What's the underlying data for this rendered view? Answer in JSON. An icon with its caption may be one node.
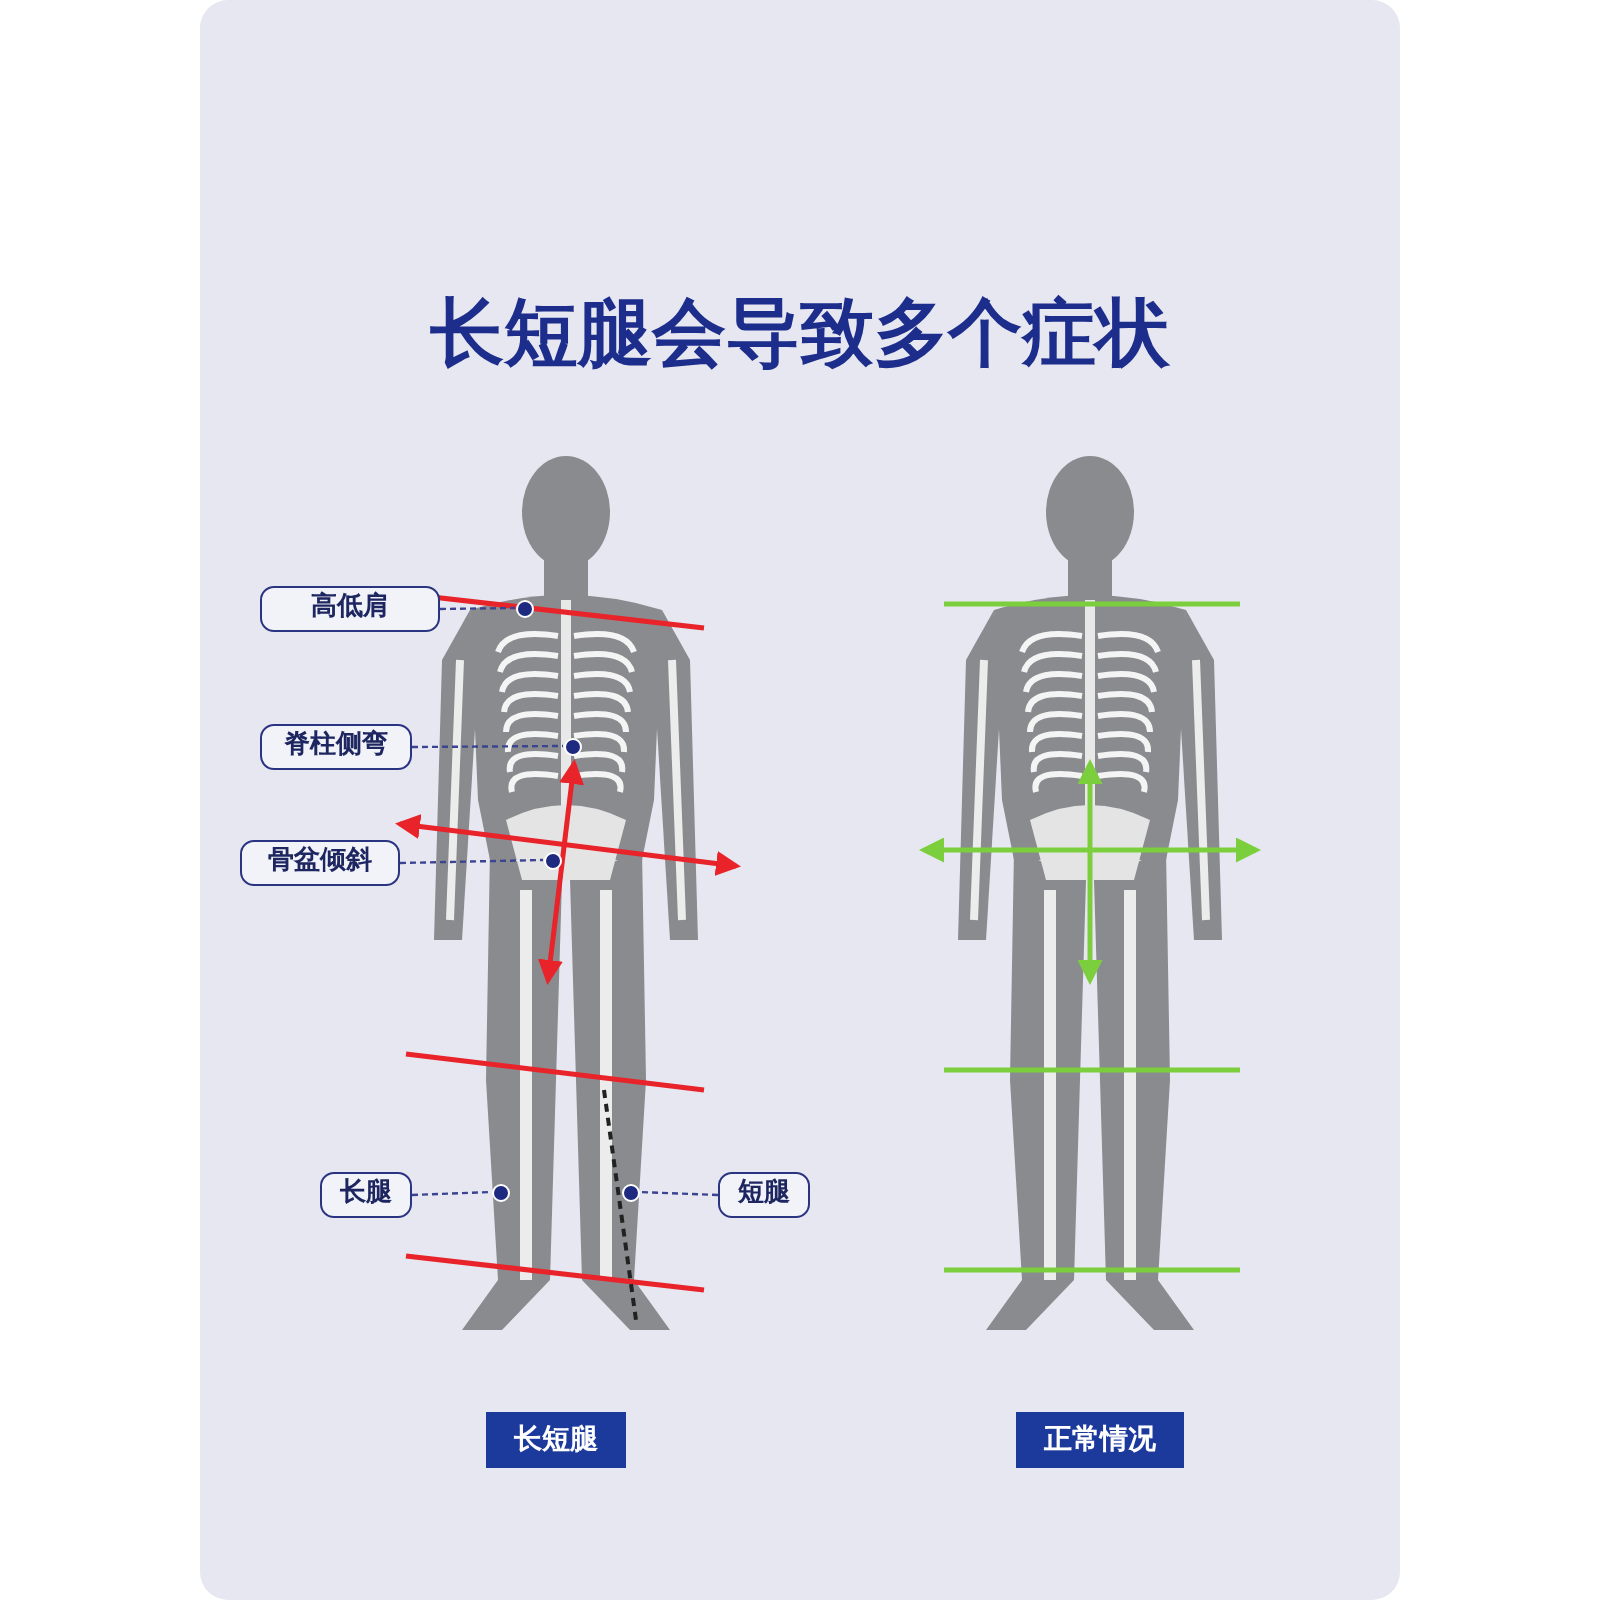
{
  "diagram": {
    "title": "长短腿会导致多个症状",
    "nodes": [
      {
        "text": [
          "高低肩"
        ]
      },
      {
        "text": [],
        "shape": "circle"
      },
      {
        "text": [
          "脊柱侧弯"
        ]
      },
      {
        "text": [],
        "shape": "circle"
      },
      {
        "text": [
          "骨盆倾斜"
        ]
      },
      {
        "text": [],
        "shape": "circle"
      },
      {
        "text": [
          "长腿"
        ]
      },
      {
        "text": [],
        "shape": "circle"
      },
      {
        "text": [
          "短腿"
        ]
      },
      {
        "text": [],
        "shape": "circle"
      }
    ],
    "edges": [
      {
        "from": 0,
        "to": 1,
        "arrow": "none",
        "style": "dashed"
      },
      {
        "from": 2,
        "to": 3,
        "arrow": "none",
        "style": "dashed"
      },
      {
        "from": 4,
        "to": 5,
        "arrow": "none",
        "style": "dashed"
      },
      {
        "from": 6,
        "to": 7,
        "arrow": "none",
        "style": "dashed"
      },
      {
        "from": 8,
        "to": 9,
        "arrow": "none",
        "style": "dashed"
      }
    ],
    "labels": [
      "长短腿",
      "正常情况"
    ]
  }
}
